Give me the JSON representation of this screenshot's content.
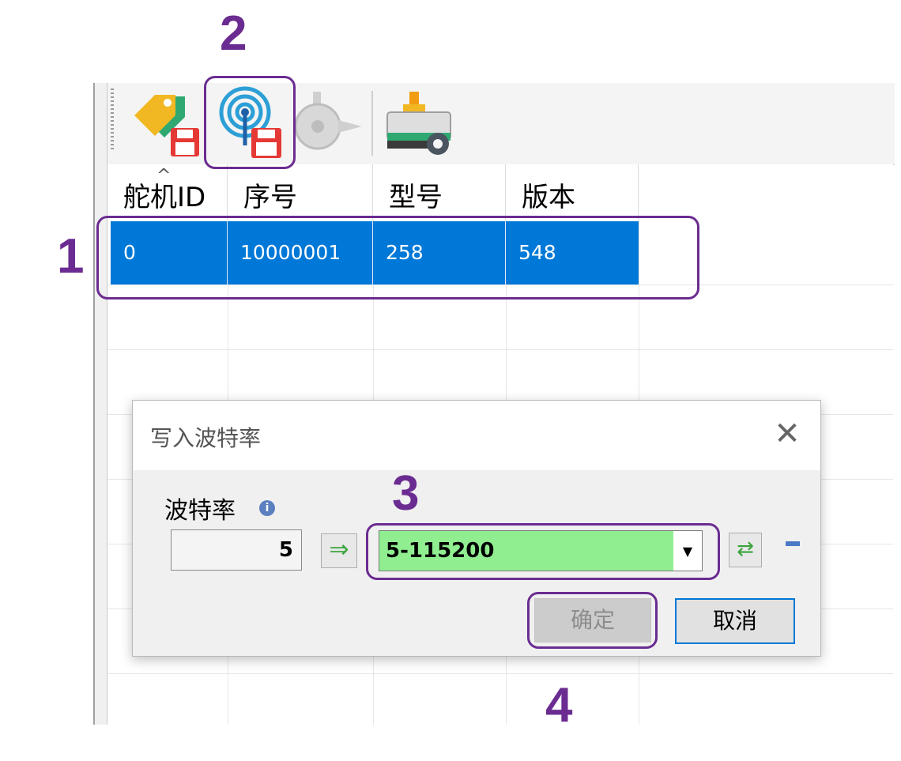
{
  "grid": {
    "columns": [
      "舵机ID",
      "序号",
      "型号",
      "版本"
    ],
    "selected_row": [
      "0",
      "10000001",
      "258",
      "548"
    ]
  },
  "dialog": {
    "title": "写入波特率",
    "baud_label": "波特率",
    "current_value": "5",
    "selected_option": "5-115200",
    "ok_label": "确定",
    "cancel_label": "取消"
  },
  "callouts": {
    "n1": "1",
    "n2": "2",
    "n3": "3",
    "n4": "4"
  },
  "colors": {
    "accent_purple": "#6b2c91",
    "selection_blue": "#0078d7",
    "combo_green": "#90ee90"
  },
  "icons": [
    "tag-save-icon",
    "wireless-save-icon",
    "servo-horn-icon",
    "motor-settings-icon",
    "info-icon",
    "close-icon",
    "green-arrow-icon",
    "refresh-icon",
    "dropdown-arrow-icon"
  ]
}
